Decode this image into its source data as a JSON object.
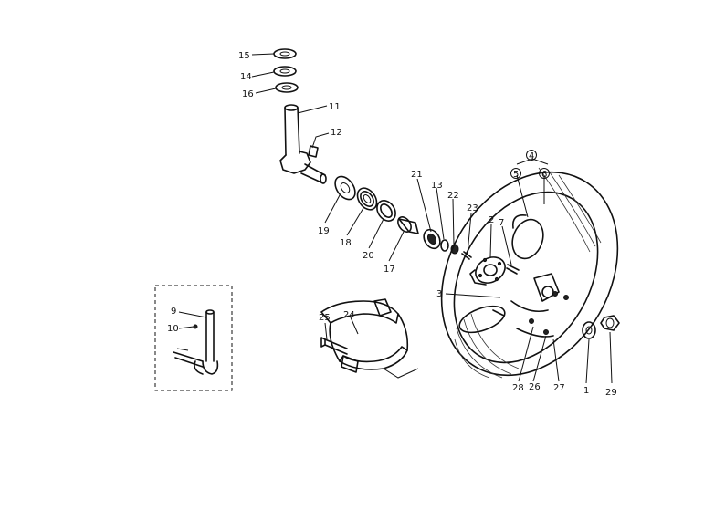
{
  "diagram": {
    "labels": {
      "p1": "1",
      "p2": "2",
      "p3": "3",
      "p4": "4",
      "p5": "5",
      "p6": "6",
      "p7": "7",
      "p9": "9",
      "p10": "10",
      "p11": "11",
      "p12": "12",
      "p13": "13",
      "p14": "14",
      "p15": "15",
      "p16": "16",
      "p17": "17",
      "p18": "18",
      "p19": "19",
      "p20": "20",
      "p21": "21",
      "p22": "22",
      "p23": "23",
      "p24": "24",
      "p25": "25",
      "p26": "26",
      "p27": "27",
      "p28": "28",
      "p29": "29"
    }
  }
}
